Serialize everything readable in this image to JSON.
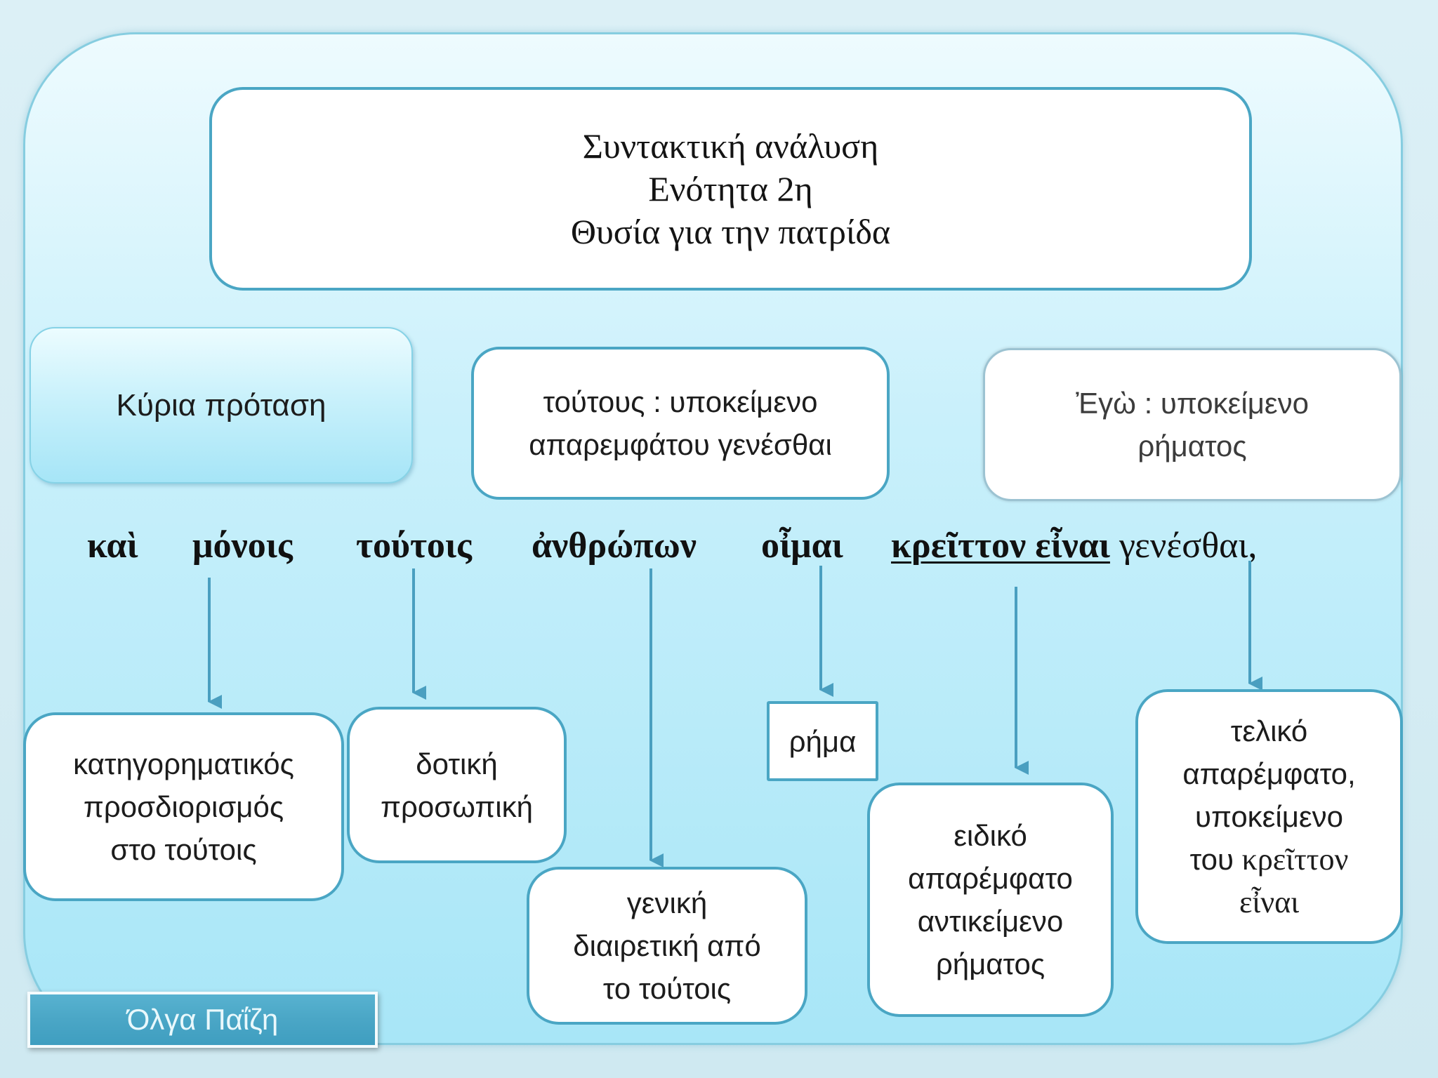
{
  "title": {
    "lines": [
      "Συντακτική ανάλυση",
      "Ενότητα 2η",
      "Θυσία για την πατρίδα"
    ]
  },
  "main_clause": {
    "label": "Κύρια πρόταση"
  },
  "notes_top": {
    "infinitive_subject": {
      "lines": [
        "τούτους : υποκείμενο",
        "απαρεμφάτου γενέσθαι"
      ]
    },
    "verb_subject": {
      "lines": [
        "Ἐγὼ : υποκείμενο",
        "ρήματος"
      ]
    }
  },
  "sentence": {
    "words": [
      "καὶ",
      "μόνοις",
      "τούτοις",
      "ἀνθρώπων",
      "οἶμαι",
      "κρεῖττον εἶναι",
      "γενέσθαι,"
    ]
  },
  "analysis": {
    "predicative": {
      "lines": [
        "κατηγορηματικός",
        "προσδιορισμός",
        "στο τούτοις"
      ]
    },
    "dative": {
      "lines": [
        "δοτική",
        "προσωπική"
      ]
    },
    "partitive_genitive": {
      "lines": [
        "γενική",
        "διαιρετική από",
        "το τούτοις"
      ]
    },
    "verb": {
      "label": "ρήμα"
    },
    "infinitive_object": {
      "lines": [
        "ειδικό",
        "απαρέμφατο",
        "αντικείμενο",
        "ρήματος"
      ]
    },
    "final_infinitive": {
      "lines": [
        "τελικό",
        "απαρέμφατο,",
        "υποκείμενο"
      ],
      "prefix": "του",
      "term_1": "κρεῖττον",
      "term_2": "εἶναι"
    }
  },
  "author": "Όλγα Παΐζη",
  "colors": {
    "accent": "#4aa6c4",
    "arrow": "#4a9fc0",
    "panel_top": "#eefbfe",
    "panel_bottom": "#a8e6f7",
    "footer_bg": "#4aa6c6"
  }
}
